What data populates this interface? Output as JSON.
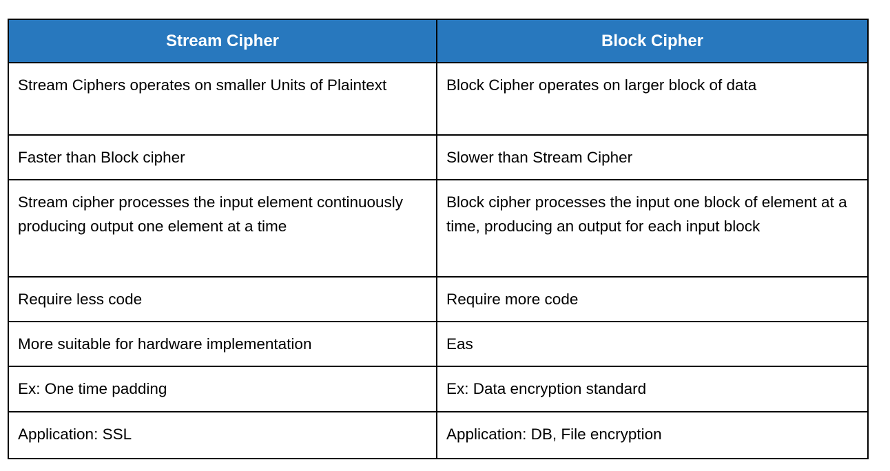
{
  "table": {
    "headers": [
      {
        "label": "Stream Cipher"
      },
      {
        "label": "Block Cipher"
      }
    ],
    "rows": [
      [
        "Stream Ciphers operates on smaller Units of Plaintext",
        "Block Cipher operates on larger block of data"
      ],
      [
        "Faster than Block cipher",
        "Slower than Stream Cipher"
      ],
      [
        "Stream cipher processes the input element continuously producing output one element at a time",
        "Block cipher processes the input one block of element at a time, producing an output for each input block"
      ],
      [
        "Require less code",
        "Require more code"
      ],
      [
        "More suitable for hardware implementation",
        "Eas"
      ],
      [
        "Ex: One time padding",
        "Ex: Data encryption standard"
      ],
      [
        "Application: SSL",
        "Application: DB, File encryption"
      ]
    ],
    "colors": {
      "header_bg": "#2878BE",
      "header_text": "#FFFFFF",
      "border": "#000000",
      "cell_bg": "#FFFFFF",
      "body_text": "#000000"
    }
  }
}
